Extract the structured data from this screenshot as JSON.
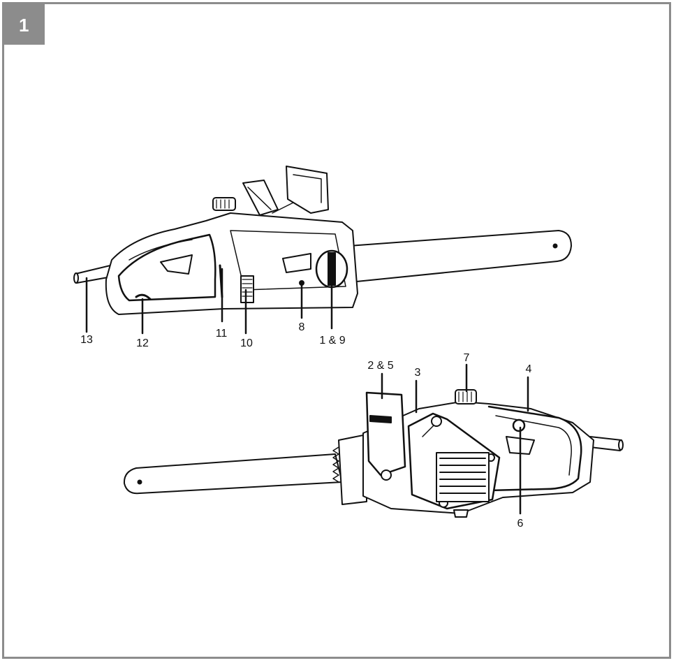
{
  "figure": {
    "number": "1",
    "callouts": [
      "13",
      "12",
      "11",
      "10",
      "8",
      "1 & 9",
      "2 & 5",
      "3",
      "7",
      "4",
      "6"
    ]
  }
}
